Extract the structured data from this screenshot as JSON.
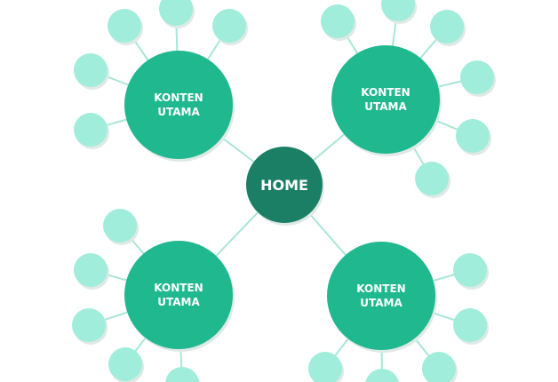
{
  "home": {
    "label": "HOME",
    "color": "#1b7f66"
  },
  "hubs": [
    {
      "line1": "KONTEN",
      "line2": "UTAMA"
    },
    {
      "line1": "KONTEN",
      "line2": "UTAMA"
    },
    {
      "line1": "KONTEN",
      "line2": "UTAMA"
    },
    {
      "line1": "KONTEN",
      "line2": "UTAMA"
    }
  ],
  "colors": {
    "hub": "#20b88f",
    "satellite": "#a0eddb",
    "line": "#a8e6d6",
    "shadow": "#dfe9e5"
  }
}
